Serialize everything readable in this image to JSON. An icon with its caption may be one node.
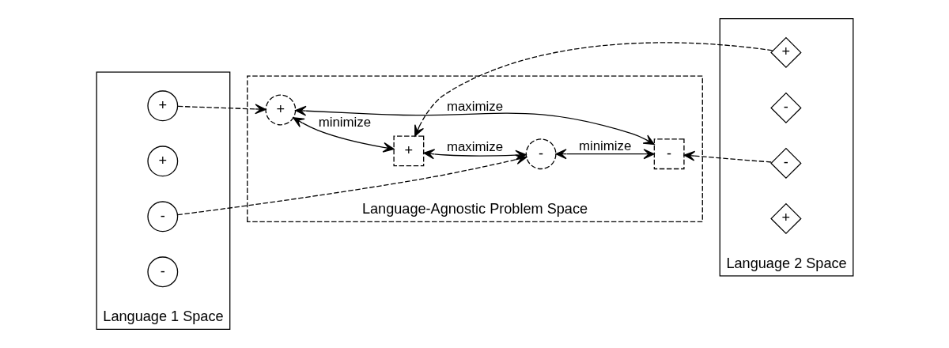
{
  "diagram": {
    "nodes": [
      {
        "text": [
          "Language 1 Space"
        ]
      },
      {
        "text": [
          "+"
        ],
        "in": 0
      },
      {
        "text": [
          "+"
        ],
        "in": 0
      },
      {
        "text": [
          "-"
        ],
        "in": 0
      },
      {
        "text": [
          "-"
        ],
        "in": 0
      },
      {
        "text": [
          "Language-Agnostic Problem Space"
        ]
      },
      {
        "text": [
          "+"
        ],
        "in": 5
      },
      {
        "text": [
          "+"
        ],
        "in": 5
      },
      {
        "text": [
          "-"
        ],
        "in": 5
      },
      {
        "text": [
          "-"
        ],
        "in": 5
      },
      {
        "text": [
          "Language 2 Space"
        ]
      },
      {
        "text": [
          "+"
        ],
        "in": 10
      },
      {
        "text": [
          "-"
        ],
        "in": 10
      },
      {
        "text": [
          "-"
        ],
        "in": 10
      },
      {
        "text": [
          "+"
        ],
        "in": 10
      }
    ],
    "edges": [
      {
        "from": 1,
        "to": 7,
        "arrow": "to",
        "style": "dashed"
      },
      {
        "from": 3,
        "to": 8,
        "arrow": "to",
        "style": "dashed"
      },
      {
        "from": 11,
        "to": 6,
        "arrow": "to",
        "style": "dashed"
      },
      {
        "from": 13,
        "to": 9,
        "arrow": "to",
        "style": "dashed"
      },
      {
        "from": 7,
        "to": 6,
        "arrow": "both",
        "label": "minimize"
      },
      {
        "from": 6,
        "to": 8,
        "arrow": "both",
        "label": "maximize"
      },
      {
        "from": 7,
        "to": 9,
        "arrow": "both",
        "label": "maximize"
      },
      {
        "from": 8,
        "to": 9,
        "arrow": "both",
        "label": "minimize"
      }
    ]
  }
}
